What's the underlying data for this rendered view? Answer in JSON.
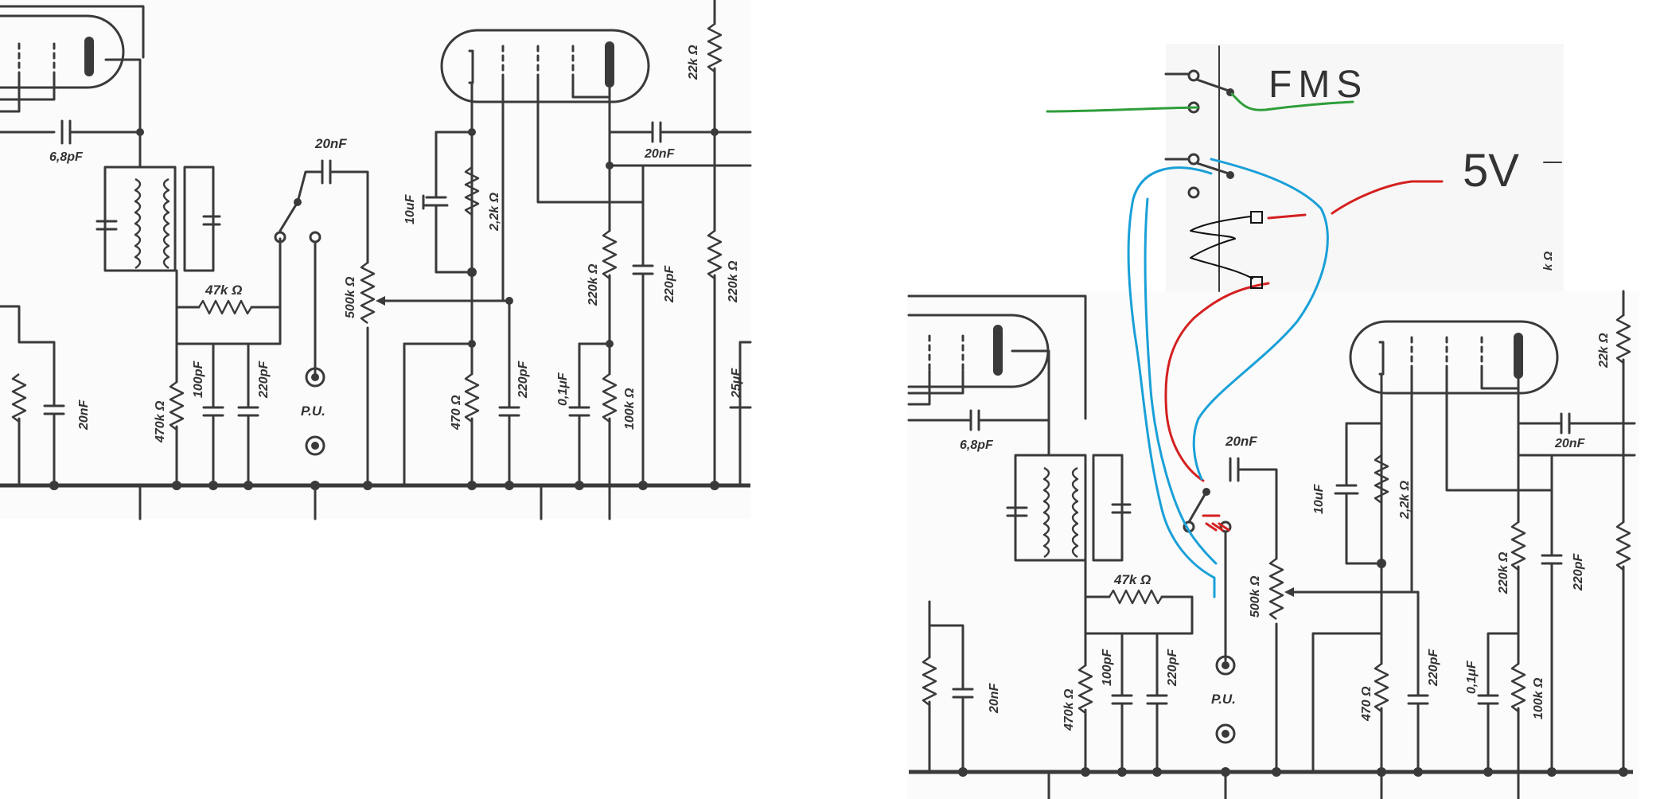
{
  "schematic": {
    "panel_original": {
      "labels": {
        "c_6p8": "6,8pF",
        "c_20n_coupling": "20nF",
        "c_20n_out": "20nF",
        "r_22k": "22k Ω",
        "r_47k": "47k Ω",
        "c_10u": "10uF",
        "r_2k2": "2,2k Ω",
        "pot_500k": "500k Ω",
        "r_220k_a": "220k Ω",
        "c_220p_a": "220pF",
        "r_220k_b": "220k Ω",
        "c_20n_low": "20nF",
        "r_470k": "470k Ω",
        "c_100p": "100pF",
        "c_220p_b": "220pF",
        "pu": "P.U.",
        "r_470": "470 Ω",
        "c_220p_c": "220pF",
        "c_0u1": "0,1μF",
        "r_100k": "100k Ω",
        "c_25u": "25μF"
      }
    },
    "panel_modified": {
      "labels": {
        "c_6p8": "6,8pF",
        "c_20n_coupling": "20nF",
        "c_20n_out": "20nF",
        "r_22k": "22k Ω",
        "r_47k": "47k Ω",
        "c_10u": "10uF",
        "r_2k2": "2,2k Ω",
        "pot_500k": "500k Ω",
        "r_220k": "220k Ω",
        "c_220p_a": "220pF",
        "c_20n_low": "20nF",
        "r_470k": "470k Ω",
        "c_100p": "100pF",
        "c_220p_b": "220pF",
        "pu": "P.U.",
        "r_470": "470 Ω",
        "c_220p_c": "220pF",
        "c_0u1": "0,1μF",
        "r_100k": "100k Ω",
        "partial_r": "k Ω"
      },
      "annotations": {
        "fms": "FMS",
        "five_v": "5V"
      },
      "colors": {
        "fms_wire": "#2e9e3a",
        "power_wire": "#d42020",
        "signal_wire": "#1aa0d8",
        "switch_wire": "#111111"
      }
    }
  }
}
